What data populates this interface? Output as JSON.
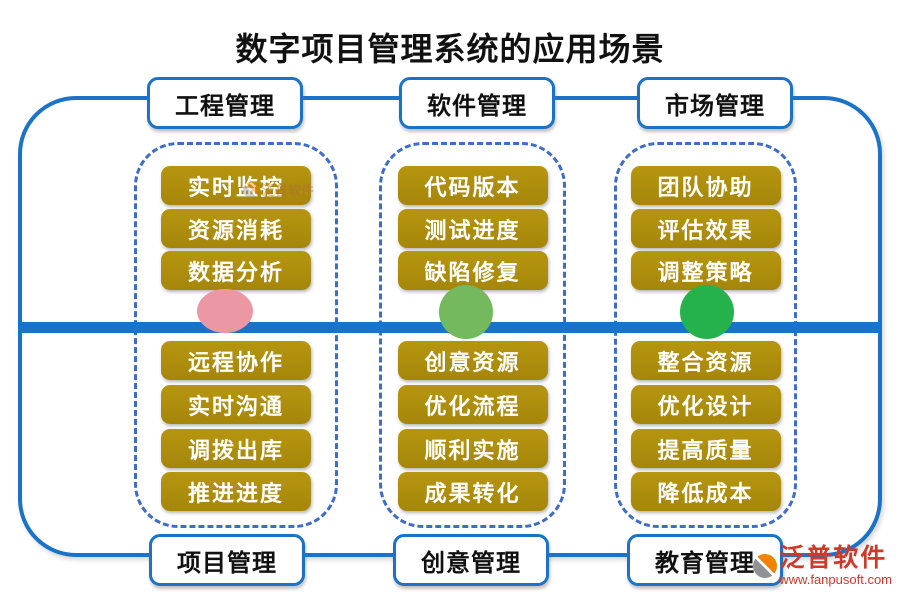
{
  "title": "数字项目管理系统的应用场景",
  "columns": [
    {
      "top_label": "工程管理",
      "bottom_label": "项目管理",
      "top_items": [
        "实时监控",
        "资源消耗",
        "数据分析"
      ],
      "bottom_items": [
        "远程协作",
        "实时沟通",
        "调拨出库",
        "推进进度"
      ],
      "node_color": "#ec97a4"
    },
    {
      "top_label": "软件管理",
      "bottom_label": "创意管理",
      "top_items": [
        "代码版本",
        "测试进度",
        "缺陷修复"
      ],
      "bottom_items": [
        "创意资源",
        "优化流程",
        "顺利实施",
        "成果转化"
      ],
      "node_color": "#74b95d"
    },
    {
      "top_label": "市场管理",
      "bottom_label": "教育管理",
      "top_items": [
        "团队协助",
        "评估效果",
        "调整策略"
      ],
      "bottom_items": [
        "整合资源",
        "优化设计",
        "提高质量",
        "降低成本"
      ],
      "node_color": "#25b24c"
    }
  ],
  "watermark": {
    "brand": "泛普软件",
    "url": "www.fanpusoft.com"
  },
  "colors": {
    "accent_blue": "#1a73c8",
    "dashed_blue": "#3f6cc9",
    "button_gold": "#ac8c0c",
    "node_pink": "#ec97a4",
    "node_green": "#74b95d",
    "node_bright_green": "#25b24c",
    "watermark_red": "#cf3a28"
  }
}
